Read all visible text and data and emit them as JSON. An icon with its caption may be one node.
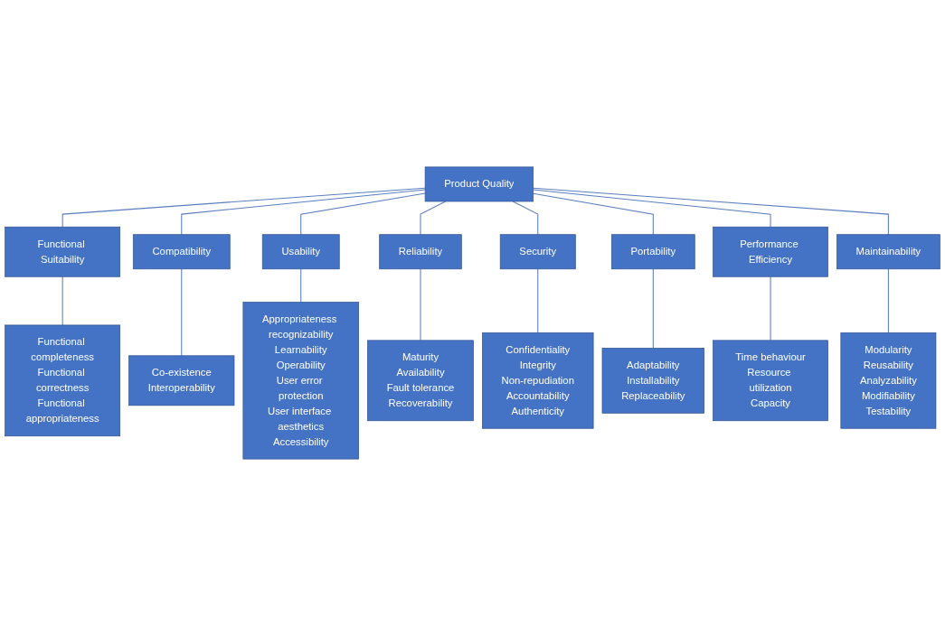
{
  "diagram": {
    "nodes": [
      {
        "text": [
          "Product Quality"
        ]
      },
      {
        "text": [
          "Functional Suitability"
        ]
      },
      {
        "text": [
          "Compatibility"
        ]
      },
      {
        "text": [
          "Usability"
        ]
      },
      {
        "text": [
          "Reliability"
        ]
      },
      {
        "text": [
          "Security"
        ]
      },
      {
        "text": [
          "Portability"
        ]
      },
      {
        "text": [
          "Performance Efficiency"
        ]
      },
      {
        "text": [
          "Maintainability"
        ]
      },
      {
        "text": [
          "Functional completeness",
          "Functional correctness",
          "Functional appropriateness"
        ]
      },
      {
        "text": [
          "Co-existence",
          "Interoperability"
        ]
      },
      {
        "text": [
          "Appropriateness recognizability",
          "Learnability",
          "Operability",
          "User error protection",
          "User interface aesthetics",
          "Accessibility"
        ]
      },
      {
        "text": [
          "Maturity",
          "Availability",
          "Fault tolerance",
          "Recoverability"
        ]
      },
      {
        "text": [
          "Confidentiality",
          "Integrity",
          "Non-repudiation",
          "Accountability",
          "Authenticity"
        ]
      },
      {
        "text": [
          "Adaptability",
          "Installability",
          "Replaceability"
        ]
      },
      {
        "text": [
          "Time behaviour",
          "Resource utilization",
          "Capacity"
        ]
      },
      {
        "text": [
          "Modularity",
          "Reusability",
          "Analyzability",
          "Modifiability",
          "Testability"
        ]
      }
    ],
    "edges": [
      {
        "from": 0,
        "to": 1,
        "arrow": "none"
      },
      {
        "from": 0,
        "to": 2,
        "arrow": "none"
      },
      {
        "from": 0,
        "to": 3,
        "arrow": "none"
      },
      {
        "from": 0,
        "to": 4,
        "arrow": "none"
      },
      {
        "from": 0,
        "to": 5,
        "arrow": "none"
      },
      {
        "from": 0,
        "to": 6,
        "arrow": "none"
      },
      {
        "from": 0,
        "to": 7,
        "arrow": "none"
      },
      {
        "from": 0,
        "to": 8,
        "arrow": "none"
      },
      {
        "from": 1,
        "to": 9,
        "arrow": "none"
      },
      {
        "from": 2,
        "to": 10,
        "arrow": "none"
      },
      {
        "from": 3,
        "to": 11,
        "arrow": "none"
      },
      {
        "from": 4,
        "to": 12,
        "arrow": "none"
      },
      {
        "from": 5,
        "to": 13,
        "arrow": "none"
      },
      {
        "from": 6,
        "to": 14,
        "arrow": "none"
      },
      {
        "from": 7,
        "to": 15,
        "arrow": "none"
      },
      {
        "from": 8,
        "to": 16,
        "arrow": "none"
      }
    ]
  }
}
